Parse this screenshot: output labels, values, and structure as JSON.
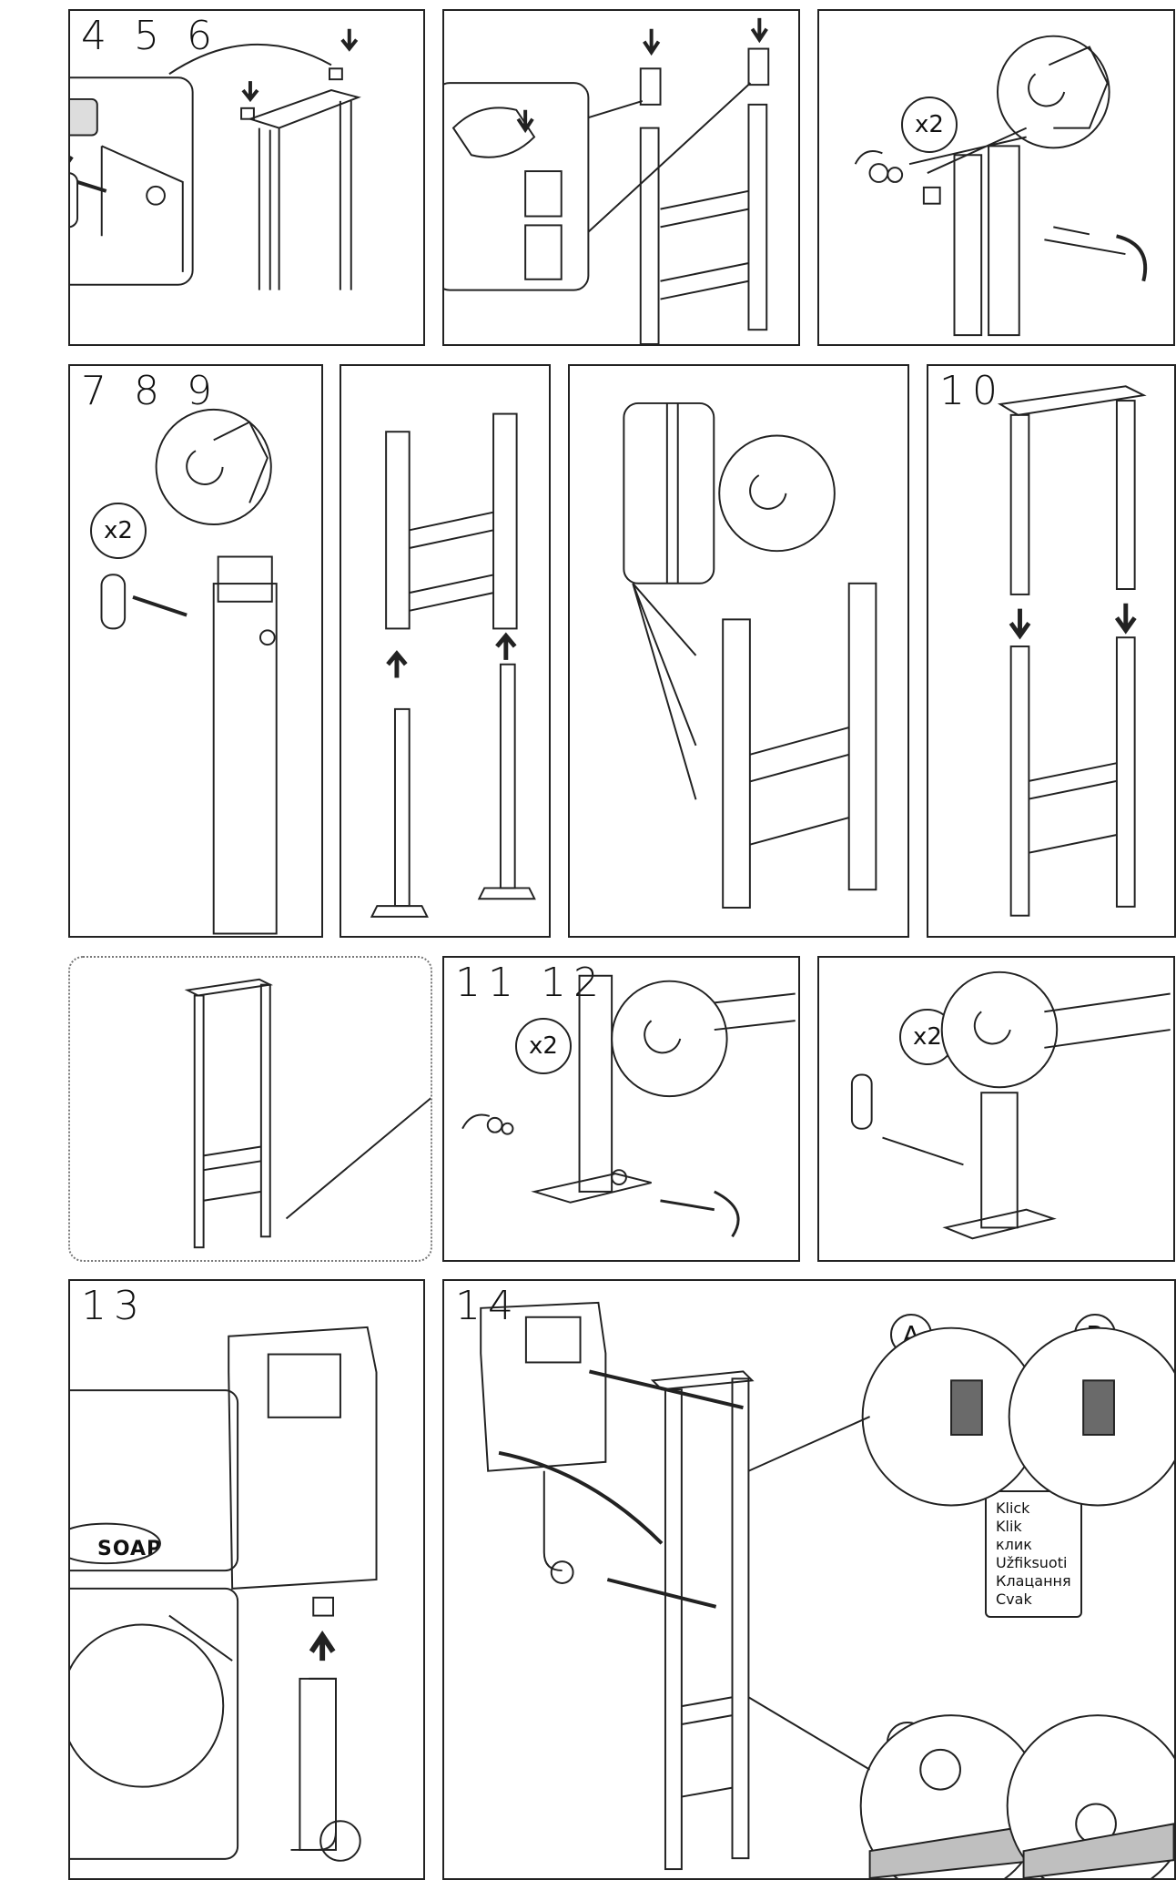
{
  "steps": {
    "s456": "4 5 6",
    "s789": "7 8 9",
    "s10": "10",
    "s1112": "11 12",
    "s13": "13",
    "s14": "14"
  },
  "multipliers": {
    "m1": "x2",
    "m2": "x2",
    "m3": "x2",
    "m4": "x2"
  },
  "labels": {
    "a": "A",
    "b": "B"
  },
  "soap": "SOAP",
  "klick_words": [
    "Klick",
    "Klik",
    "клик",
    "Užfiksuoti",
    "Клацання",
    "Cvak"
  ],
  "colors": {
    "line": "#222222",
    "clip": "#6a6a6a",
    "shade": "#bfbfbf"
  }
}
